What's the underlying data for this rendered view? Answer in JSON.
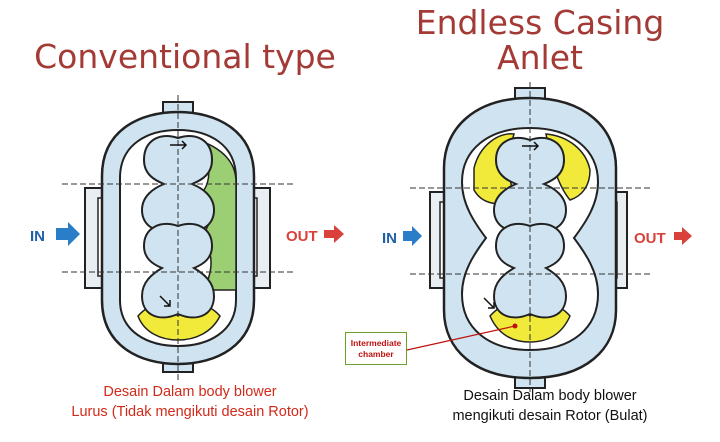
{
  "titles": {
    "left": "Conventional type",
    "right_line1": "Endless Casing",
    "right_line2": "Anlet"
  },
  "labels": {
    "in": "IN",
    "out": "OUT",
    "intermediate_chamber_line1": "Intermediate",
    "intermediate_chamber_line2": "chamber"
  },
  "captions": {
    "left_line1": "Desain Dalam body blower",
    "left_line2": "Lurus (Tidak mengikuti desain Rotor)",
    "right_line1": "Desain Dalam body blower",
    "right_line2": "mengikuti desain Rotor (Bulat)"
  },
  "colors": {
    "title": "#a33a35",
    "casing_fill": "#cfe3f1",
    "outline": "#222222",
    "green_chamber": "#9ccf74",
    "yellow_chamber": "#f2ea3a",
    "in_arrow": "#2a7ec8",
    "out_arrow": "#d9413a",
    "caption_left": "#d12a1a",
    "caption_right": "#111111"
  }
}
